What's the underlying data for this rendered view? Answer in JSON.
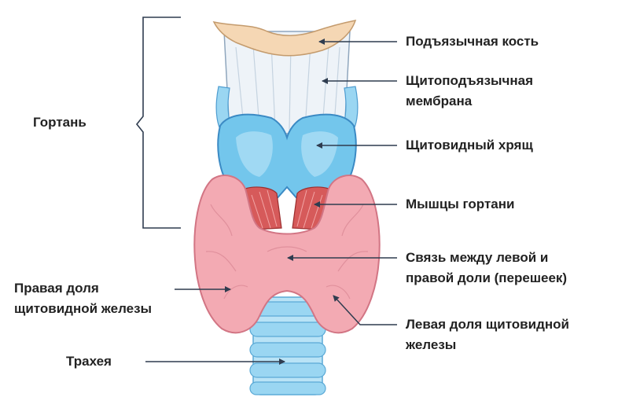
{
  "labels": {
    "larynx": "Гортань",
    "hyoid_bone": "Подъязычная кость",
    "thyrohyoid_membrane_line1": "Щитоподъязычная",
    "thyrohyoid_membrane_line2": "мембрана",
    "thyroid_cartilage": "Щитовидный хрящ",
    "laryngeal_muscles": "Мышцы гортани",
    "isthmus_line1": "Связь между левой и",
    "isthmus_line2": "правой доли (перешеек)",
    "right_lobe_line1": "Правая доля",
    "right_lobe_line2": "щитовидной железы",
    "left_lobe_line1": "Левая доля щитовидной",
    "left_lobe_line2": "железы",
    "trachea": "Трахея"
  },
  "colors": {
    "bone": "#f5d7b4",
    "membrane": "#eef3f8",
    "cartilage": "#73c6ec",
    "muscle": "#d65a5a",
    "gland": "#f3aab3",
    "trachea": "#9ad6f2",
    "pointer": "#2f3c4f"
  }
}
